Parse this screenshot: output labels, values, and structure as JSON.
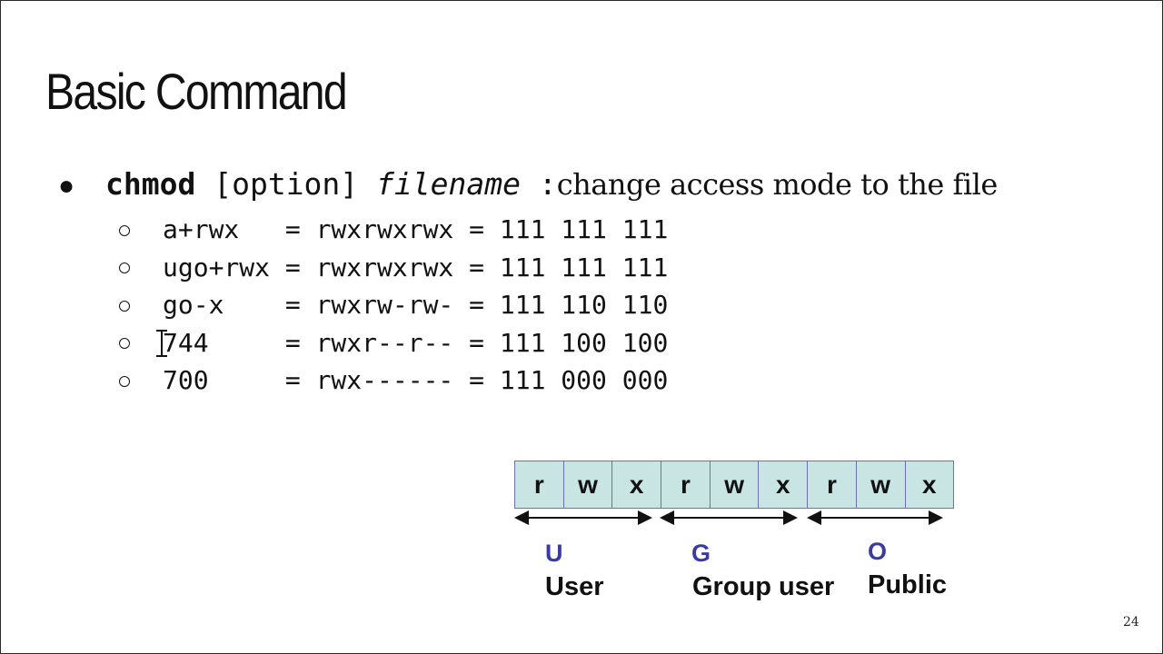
{
  "slide": {
    "title": "Basic Command",
    "page_number": "24"
  },
  "command": {
    "name": "chmod",
    "option": "[option]",
    "filename": "filename",
    "separator": ":",
    "description": "change access mode to the file"
  },
  "examples": [
    {
      "text": "a+rwx   = rwxrwxrwx = 111 111 111"
    },
    {
      "text": "ugo+rwx = rwxrwxrwx = 111 111 111"
    },
    {
      "text": "go-x    = rwxrw-rw- = 111 110 110"
    },
    {
      "text": "744     = rwxr--r-- = 111 100 100"
    },
    {
      "text": "700     = rwx------ = 111 000 000"
    }
  ],
  "permission_diagram": {
    "cells": [
      "r",
      "w",
      "x",
      "r",
      "w",
      "x",
      "r",
      "w",
      "x"
    ],
    "groups": [
      {
        "letter": "U",
        "label": "User"
      },
      {
        "letter": "G",
        "label": "Group user"
      },
      {
        "letter": "O",
        "label": "Public"
      }
    ],
    "cell_color": "#c8e5e4",
    "border_color": "#6f6fb5",
    "letter_color": "#3a3aa0"
  },
  "icons": {
    "bullet": "filled-circle",
    "sub_bullet": "hollow-circle",
    "cursor": "text-ibeam-cursor"
  }
}
